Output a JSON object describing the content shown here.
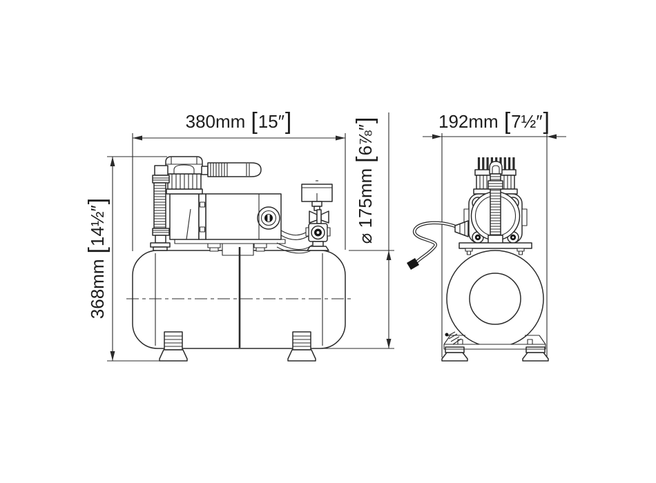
{
  "drawing": {
    "background_color": "#ffffff",
    "line_color": "#2a2a2a",
    "description_views": [
      "side-view",
      "front-view"
    ]
  },
  "dimensions": {
    "side_width_metric": "380mm",
    "side_width_imperial": "15″",
    "side_height_metric": "368mm",
    "side_height_imperial": "14½″",
    "tank_diameter_metric": "⌀ 175mm",
    "tank_diameter_imperial": "6⅞″",
    "front_width_metric": "192mm",
    "front_width_imperial": "7½″",
    "bracket_open": "[",
    "bracket_close": "]"
  }
}
